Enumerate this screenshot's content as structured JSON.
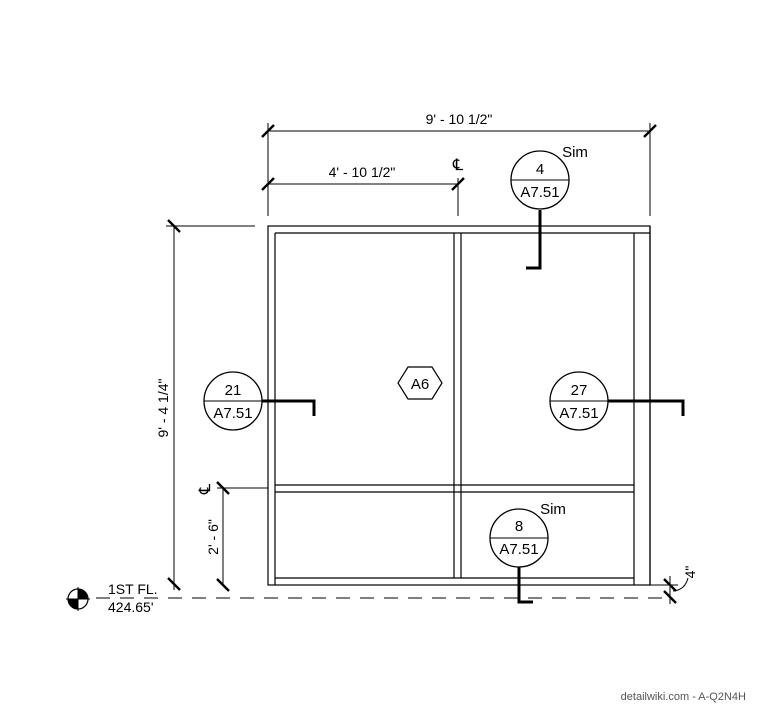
{
  "dimensions": {
    "overall_width": "9' - 10 1/2\"",
    "half_width": "4' - 10 1/2\"",
    "overall_height": "9' - 4 1/4\"",
    "transom_height": "2' - 6\"",
    "sill": "4\""
  },
  "centerline_symbol": "℄",
  "elevation_tag": "A6",
  "callouts": {
    "top": {
      "number": "4",
      "sheet": "A7.51",
      "note": "Sim"
    },
    "left": {
      "number": "21",
      "sheet": "A7.51"
    },
    "right": {
      "number": "27",
      "sheet": "A7.51"
    },
    "bottom": {
      "number": "8",
      "sheet": "A7.51",
      "note": "Sim"
    }
  },
  "level": {
    "name": "1ST FL.",
    "elevation": "424.65'"
  },
  "watermark": "detailwiki.com - A-Q2N4H"
}
